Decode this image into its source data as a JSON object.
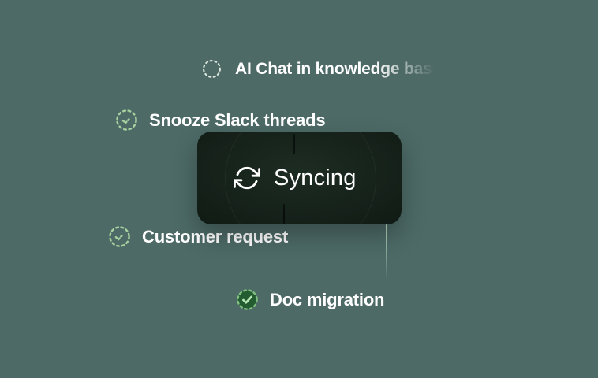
{
  "scene": {
    "background_color": "#4d6a66",
    "description_visible_only": "task list illustration with syncing status card"
  },
  "tasks": [
    {
      "label": "AI Chat in knowledge base",
      "status": "todo",
      "icon": "dashed-circle"
    },
    {
      "label": "Snooze Slack threads",
      "status": "in-progress",
      "icon": "dashed-circle-check"
    },
    {
      "label": "Customer request",
      "status": "in-progress",
      "icon": "dashed-circle-check"
    },
    {
      "label": "Doc migration",
      "status": "done",
      "icon": "filled-circle-check"
    }
  ],
  "sync_card": {
    "label": "Syncing",
    "icon": "refresh-arrows",
    "background_color": "#0f1a13",
    "text_color": "#ffffff"
  },
  "colors": {
    "background": "#4d6a66",
    "text": "#ffffff",
    "icon_todo": "#dde6dd",
    "icon_in_progress": "#a6d19f",
    "icon_done_fill": "#235c31",
    "icon_done_check": "#b9e8b6",
    "connector_dark": "rgba(0,0,0,0.55)",
    "connector_light": "#d2ecd6"
  }
}
